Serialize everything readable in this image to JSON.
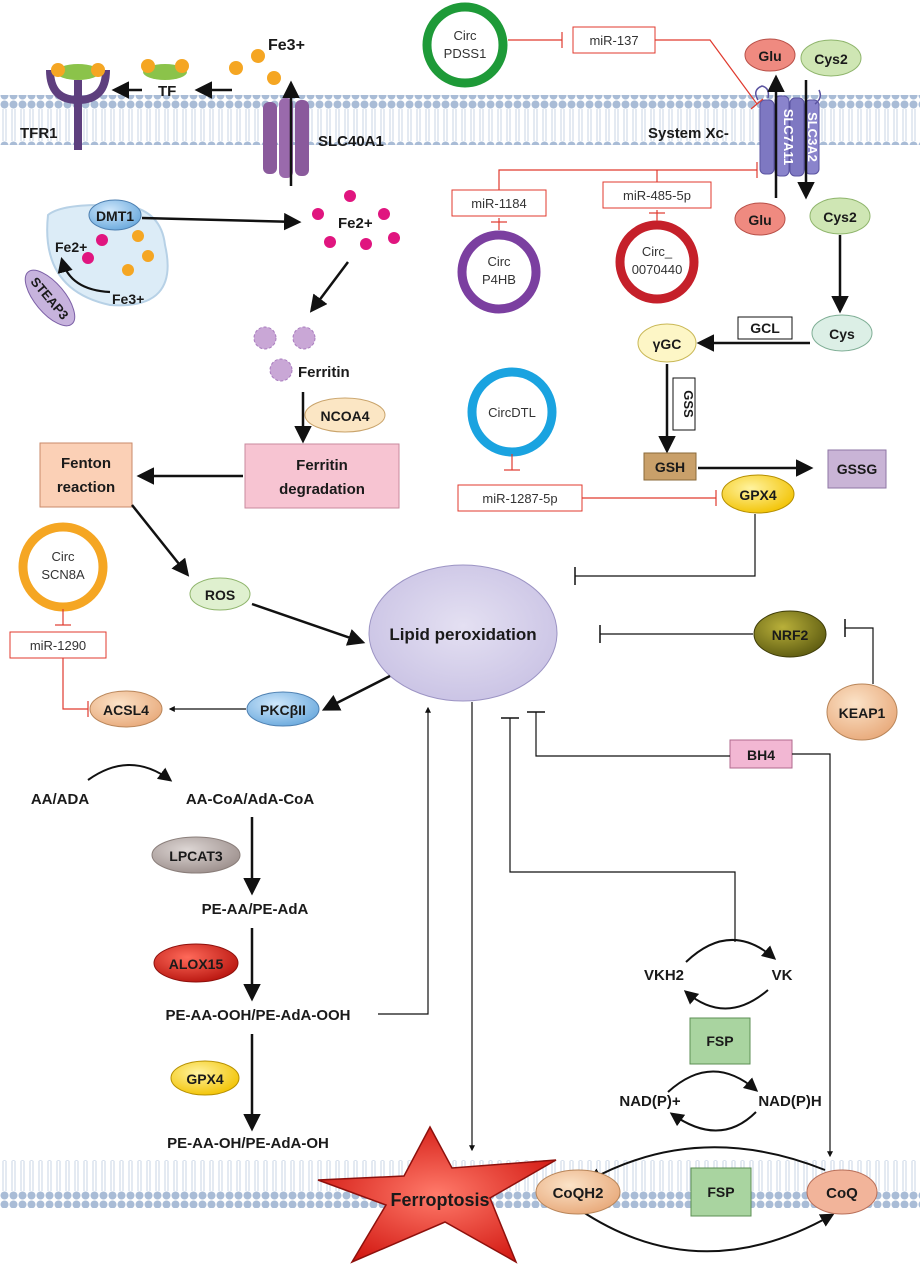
{
  "labels": {
    "fe3_top": "Fe3+",
    "tf": "TF",
    "tfr1": "TFR1",
    "slc40a1": "SLC40A1",
    "system_xc": "System Xc-",
    "slc7a11": "SLC7A11",
    "slc3a2": "SLC3A2",
    "glu_out": "Glu",
    "glu_in": "Glu",
    "cys2_out": "Cys2",
    "cys2_in": "Cys2",
    "cys": "Cys",
    "gcl": "GCL",
    "ygc": "γGC",
    "gss": "GSS",
    "gsh": "GSH",
    "gssg": "GSSG",
    "gpx4_top": "GPX4",
    "dmt1": "DMT1",
    "fe2_endo": "Fe2+",
    "fe3_endo": "Fe3+",
    "steap3": "STEAP3",
    "fe2_cyto": "Fe2+",
    "ferritin": "Ferritin",
    "ncoa4": "NCOA4",
    "ferritin_degradation_1": "Ferritin",
    "ferritin_degradation_2": "degradation",
    "fenton_1": "Fenton",
    "fenton_2": "reaction",
    "ros": "ROS",
    "lipid_peroxidation": "Lipid peroxidation",
    "nrf2": "NRF2",
    "keap1": "KEAP1",
    "pkcbii": "PKCβII",
    "acsl4": "ACSL4",
    "aa_ada": "AA/ADA",
    "aa_coa": "AA-CoA/AdA-CoA",
    "lpcat3": "LPCAT3",
    "pe_aa": "PE-AA/PE-AdA",
    "alox15": "ALOX15",
    "pe_aa_ooh": "PE-AA-OOH/PE-AdA-OOH",
    "gpx4_bottom": "GPX4",
    "pe_aa_oh": "PE-AA-OH/PE-AdA-OH",
    "bh4": "BH4",
    "vkh2": "VKH2",
    "vk": "VK",
    "fsp_mid": "FSP",
    "nadp_plus": "NAD(P)+",
    "nadph": "NAD(P)H",
    "coqh2": "CoQH2",
    "fsp_bottom": "FSP",
    "coq": "CoQ",
    "ferroptosis": "Ferroptosis"
  },
  "circrnas": {
    "pdss1": [
      "Circ",
      "PDSS1"
    ],
    "p4hb": [
      "Circ",
      "P4HB"
    ],
    "c0070440": [
      "Circ_",
      "0070440"
    ],
    "circdtl": [
      "CircDTL"
    ],
    "scn8a": [
      "Circ",
      "SCN8A"
    ]
  },
  "mirnas": {
    "mir137": "miR-137",
    "mir1184": "miR-1184",
    "mir485": "miR-485-5p",
    "mir1287": "miR-1287-5p",
    "mir1290": "miR-1290"
  },
  "colors": {
    "circ_pdss1": "#1e9a38",
    "circ_p4hb": "#7b3fa0",
    "circ_0070440": "#c5202a",
    "circ_dtl": "#1aa3e0",
    "circ_scn8a": "#f5a623",
    "inhibit_red": "#e03a2e",
    "membrane": "#9fb3cf"
  }
}
